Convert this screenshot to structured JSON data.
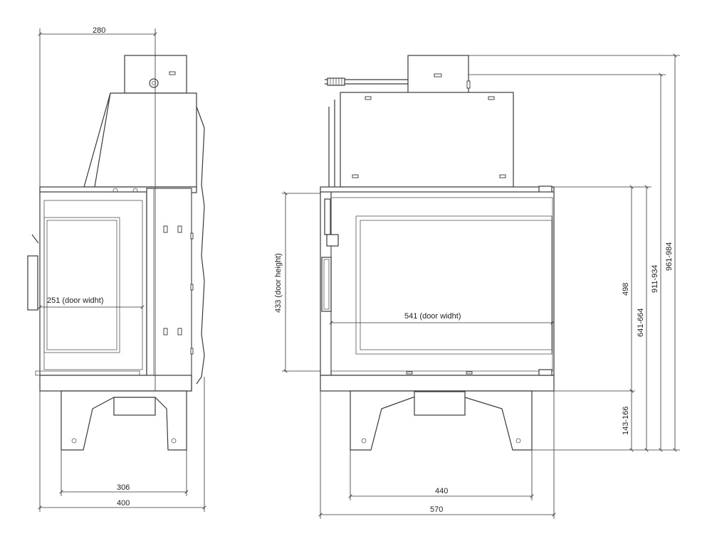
{
  "side_view": {
    "depth_top": "280",
    "door_width": "251 (door widht)",
    "leg_span": "306",
    "total_depth": "400"
  },
  "front_view": {
    "door_height": "433 (door height)",
    "door_width": "541 (door widht)",
    "leg_span": "440",
    "total_width": "570",
    "height_body": "498",
    "height_legs": "143-166",
    "height_641": "641-664",
    "height_911": "911-934",
    "height_961": "961-984"
  }
}
